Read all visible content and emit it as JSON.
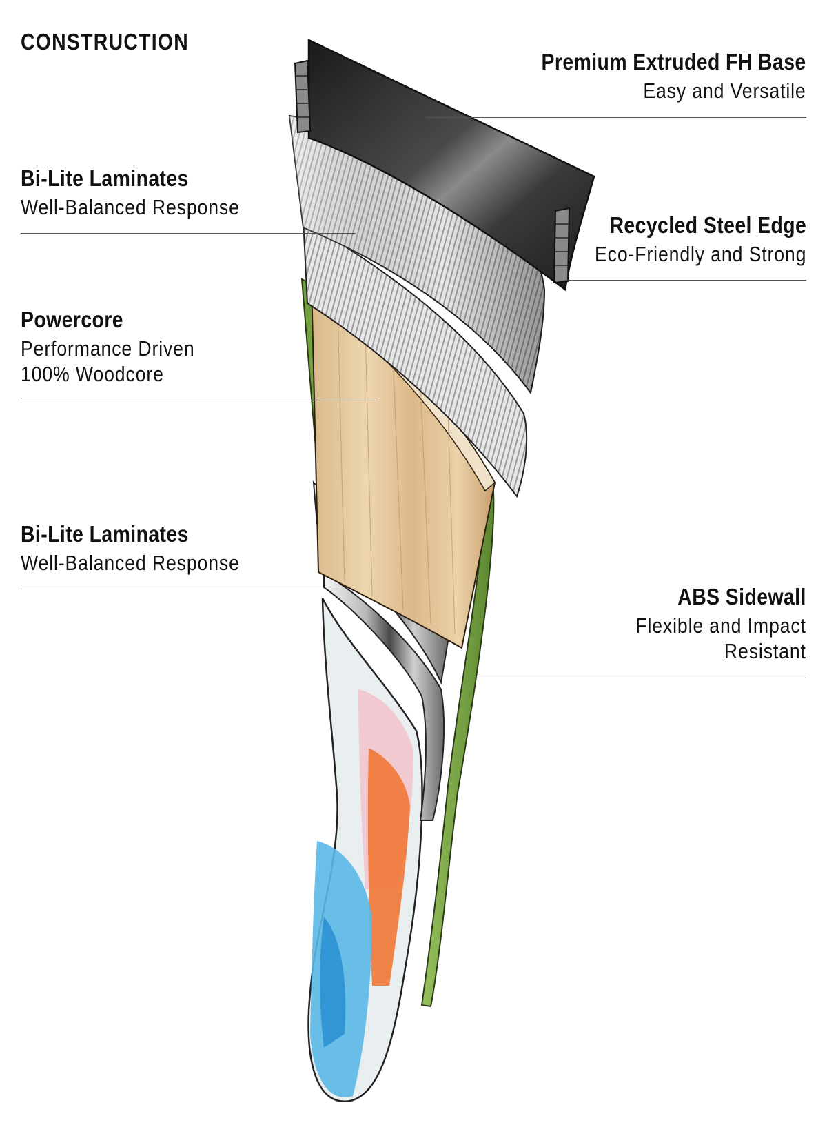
{
  "header": {
    "title": "CONSTRUCTION"
  },
  "layers": {
    "base": {
      "title": "Premium Extruded FH Base",
      "subtitle": "Easy and Versatile"
    },
    "laminates_top": {
      "title": "Bi-Lite Laminates",
      "subtitle": "Well-Balanced Response"
    },
    "edge": {
      "title": "Recycled Steel Edge",
      "subtitle": "Eco-Friendly and Strong"
    },
    "core": {
      "title": "Powercore",
      "subtitle_line1": "Performance Driven",
      "subtitle_line2": "100% Woodcore"
    },
    "laminates_bottom": {
      "title": "Bi-Lite Laminates",
      "subtitle": "Well-Balanced Response"
    },
    "sidewall": {
      "title": "ABS Sidewall",
      "subtitle_line1": "Flexible and Impact",
      "subtitle_line2": "Resistant"
    }
  },
  "colors": {
    "base": "#2e2e2e",
    "laminate": "#d9d9d9",
    "core_wood": "#e3c9a0",
    "sidewall": "#8fbf52",
    "topsheet_orange": "#f07a3a",
    "topsheet_blue": "#5ab8e6",
    "topsheet_pink": "#f2c4cc"
  }
}
